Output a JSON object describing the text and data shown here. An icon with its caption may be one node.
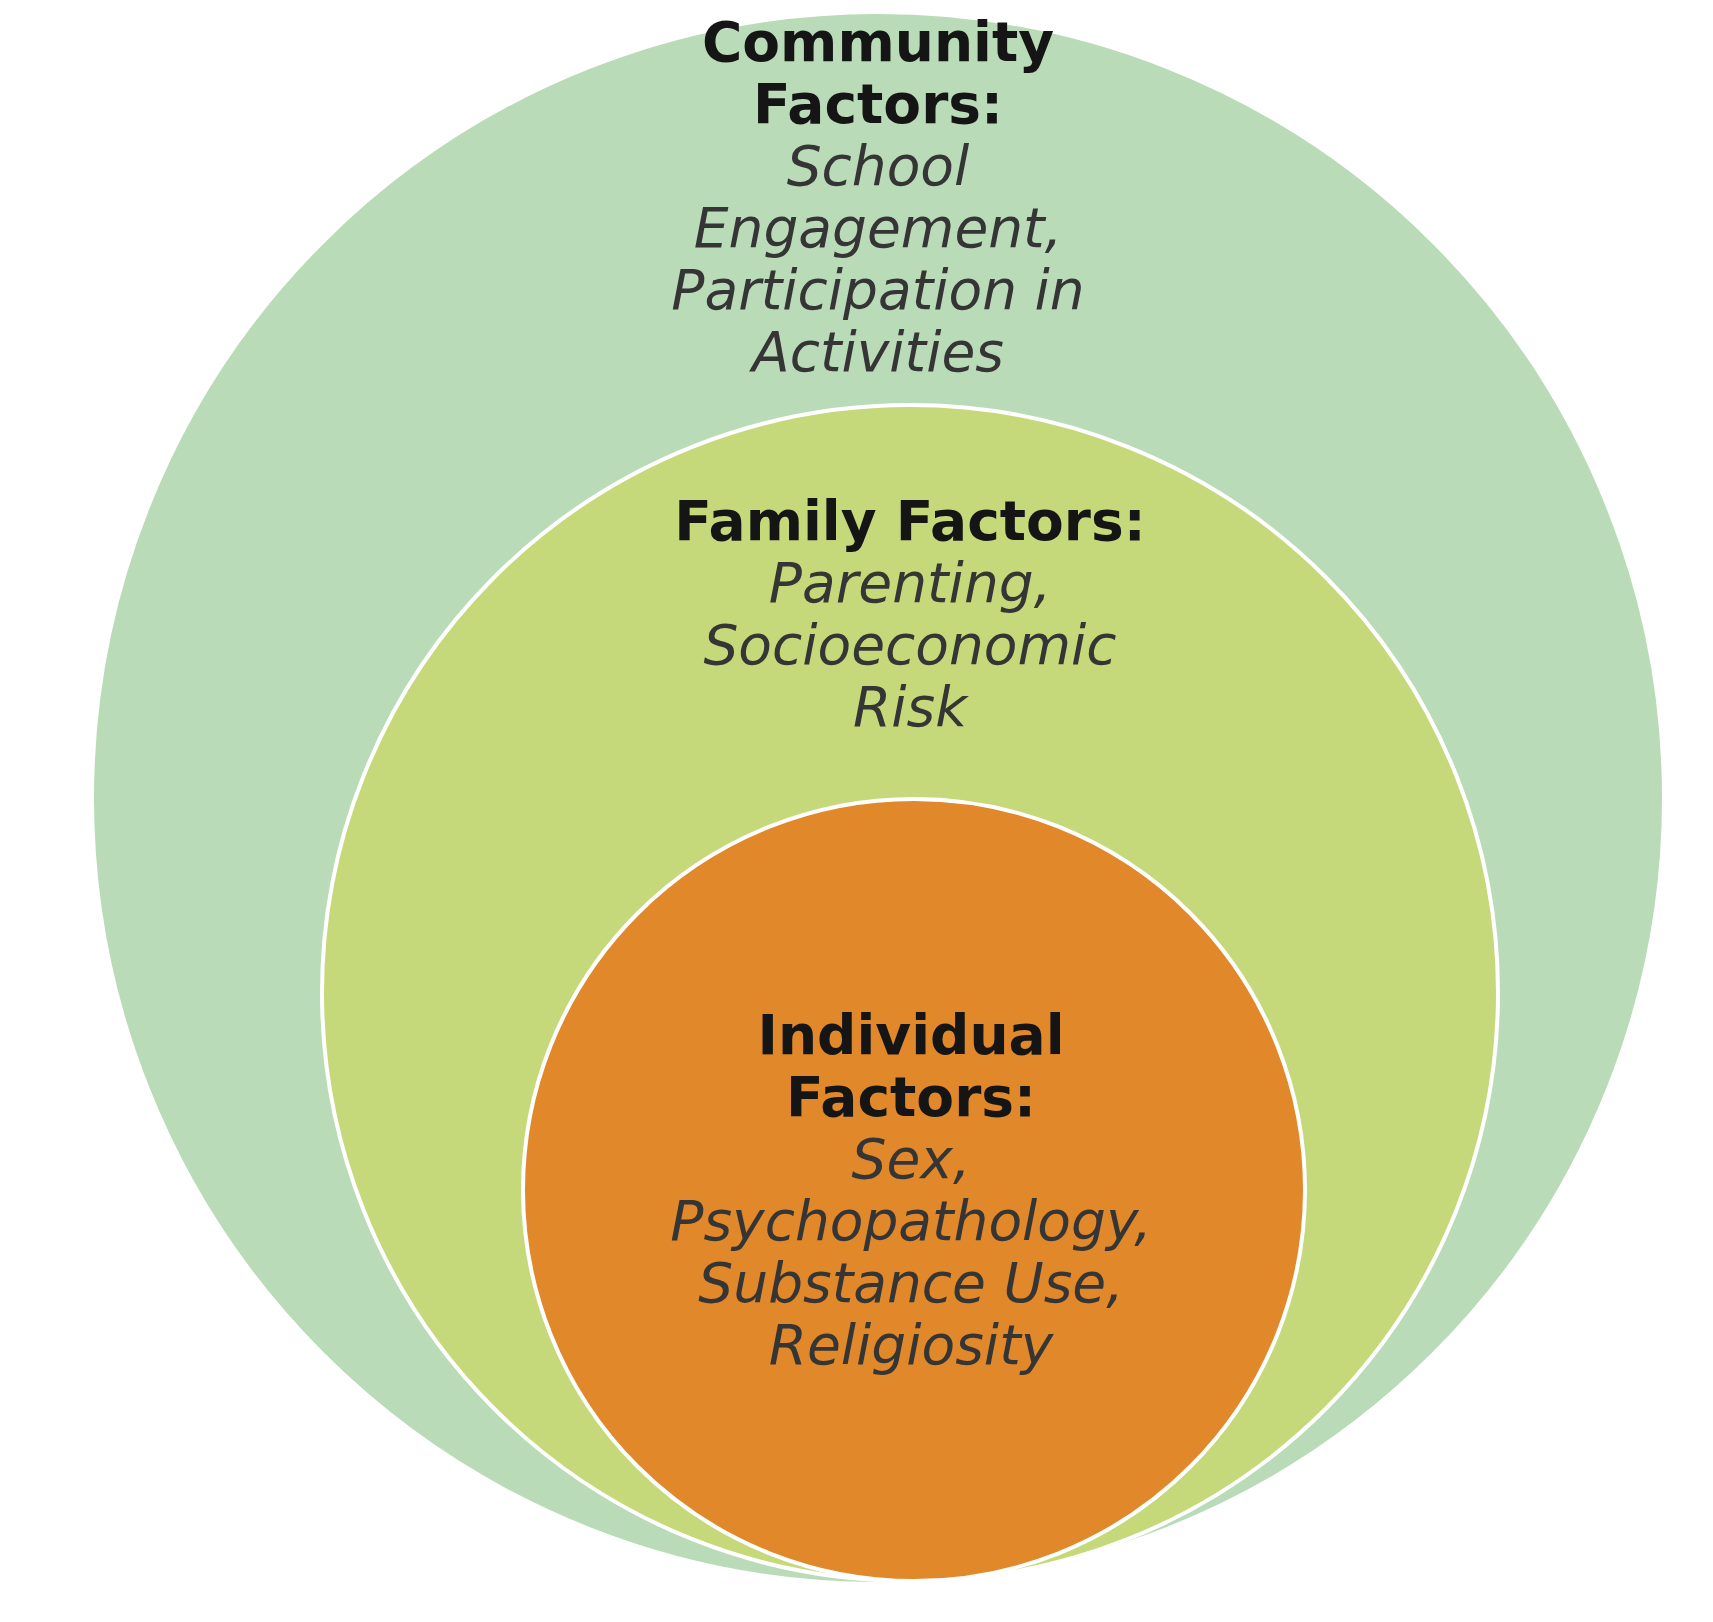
{
  "diagram": {
    "nodes": [
      {
        "text": [
          "Community Factors:",
          "School Engagement, Participation in Activities"
        ]
      },
      {
        "text": [
          "Family Factors:",
          "Parenting, Socioeconomic Risk"
        ],
        "in": 0
      },
      {
        "text": [
          "Individual Factors:",
          "Sex, Psychopathology, Substance Use, Religiosity"
        ],
        "in": 1
      }
    ]
  }
}
